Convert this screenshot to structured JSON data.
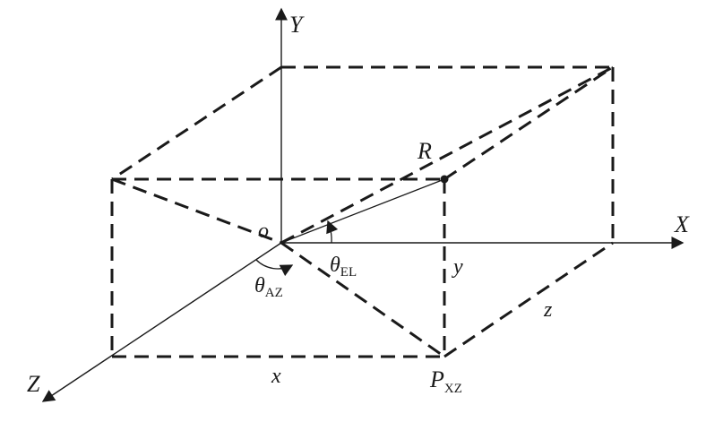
{
  "labels": {
    "y_axis": "Y",
    "x_axis": "X",
    "z_axis": "Z",
    "origin": "o",
    "range": "R",
    "theta_symbol": "θ",
    "theta_el_sub": "EL",
    "theta_az_sub": "AZ",
    "dim_x": "x",
    "dim_y": "y",
    "dim_z": "z",
    "p_symbol": "P",
    "p_sub": "XZ"
  }
}
